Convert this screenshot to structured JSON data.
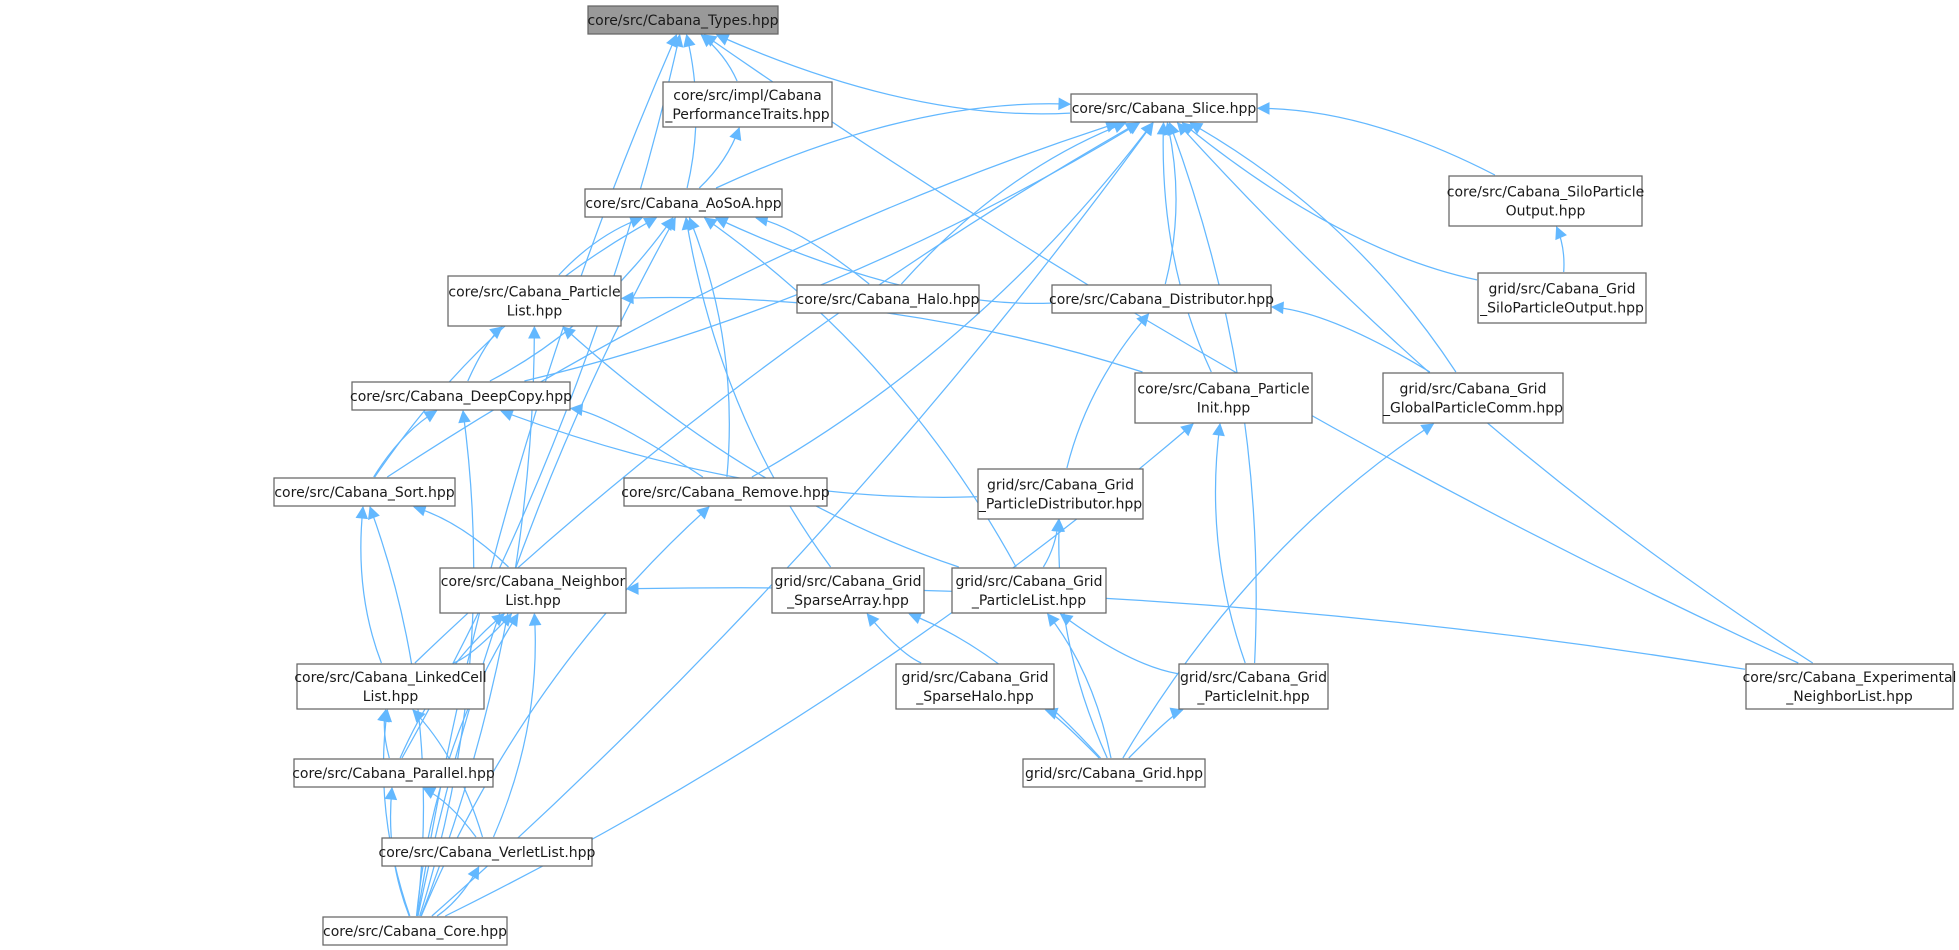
{
  "graph": {
    "colors": {
      "edge": "#63b8ff",
      "root_fill": "#999999",
      "node_border": "#666666",
      "node_fill": "#ffffff"
    },
    "nodes": [
      {
        "id": "types",
        "lines": [
          "core/src/Cabana_Types.hpp"
        ],
        "root": true
      },
      {
        "id": "perf",
        "lines": [
          "core/src/impl/Cabana",
          "_PerformanceTraits.hpp"
        ]
      },
      {
        "id": "slice",
        "lines": [
          "core/src/Cabana_Slice.hpp"
        ]
      },
      {
        "id": "aosoa",
        "lines": [
          "core/src/Cabana_AoSoA.hpp"
        ]
      },
      {
        "id": "silo",
        "lines": [
          "core/src/Cabana_SiloParticle",
          "Output.hpp"
        ]
      },
      {
        "id": "plist",
        "lines": [
          "core/src/Cabana_Particle",
          "List.hpp"
        ]
      },
      {
        "id": "halo",
        "lines": [
          "core/src/Cabana_Halo.hpp"
        ]
      },
      {
        "id": "distrib",
        "lines": [
          "core/src/Cabana_Distributor.hpp"
        ]
      },
      {
        "id": "gsilo",
        "lines": [
          "grid/src/Cabana_Grid",
          "_SiloParticleOutput.hpp"
        ]
      },
      {
        "id": "deepcopy",
        "lines": [
          "core/src/Cabana_DeepCopy.hpp"
        ]
      },
      {
        "id": "pinit",
        "lines": [
          "core/src/Cabana_Particle",
          "Init.hpp"
        ]
      },
      {
        "id": "gglobal",
        "lines": [
          "grid/src/Cabana_Grid",
          "_GlobalParticleComm.hpp"
        ]
      },
      {
        "id": "sort",
        "lines": [
          "core/src/Cabana_Sort.hpp"
        ]
      },
      {
        "id": "remove",
        "lines": [
          "core/src/Cabana_Remove.hpp"
        ]
      },
      {
        "id": "gpdist",
        "lines": [
          "grid/src/Cabana_Grid",
          "_ParticleDistributor.hpp"
        ]
      },
      {
        "id": "nlist",
        "lines": [
          "core/src/Cabana_Neighbor",
          "List.hpp"
        ]
      },
      {
        "id": "gsparr",
        "lines": [
          "grid/src/Cabana_Grid",
          "_SparseArray.hpp"
        ]
      },
      {
        "id": "gplist",
        "lines": [
          "grid/src/Cabana_Grid",
          "_ParticleList.hpp"
        ]
      },
      {
        "id": "linked",
        "lines": [
          "core/src/Cabana_LinkedCell",
          "List.hpp"
        ]
      },
      {
        "id": "gsphalo",
        "lines": [
          "grid/src/Cabana_Grid",
          "_SparseHalo.hpp"
        ]
      },
      {
        "id": "gpinit",
        "lines": [
          "grid/src/Cabana_Grid",
          "_ParticleInit.hpp"
        ]
      },
      {
        "id": "expnl",
        "lines": [
          "core/src/Cabana_Experimental",
          "_NeighborList.hpp"
        ]
      },
      {
        "id": "parallel",
        "lines": [
          "core/src/Cabana_Parallel.hpp"
        ]
      },
      {
        "id": "grid",
        "lines": [
          "grid/src/Cabana_Grid.hpp"
        ]
      },
      {
        "id": "verlet",
        "lines": [
          "core/src/Cabana_VerletList.hpp"
        ]
      },
      {
        "id": "core",
        "lines": [
          "core/src/Cabana_Core.hpp"
        ]
      }
    ],
    "edges": [
      [
        "types",
        "perf"
      ],
      [
        "types",
        "slice"
      ],
      [
        "types",
        "aosoa"
      ],
      [
        "types",
        "expnl"
      ],
      [
        "types",
        "parallel"
      ],
      [
        "types",
        "core"
      ],
      [
        "perf",
        "aosoa"
      ],
      [
        "slice",
        "aosoa"
      ],
      [
        "slice",
        "silo"
      ],
      [
        "slice",
        "halo"
      ],
      [
        "slice",
        "distrib"
      ],
      [
        "slice",
        "gsilo"
      ],
      [
        "slice",
        "deepcopy"
      ],
      [
        "slice",
        "pinit"
      ],
      [
        "slice",
        "gglobal"
      ],
      [
        "slice",
        "sort"
      ],
      [
        "slice",
        "remove"
      ],
      [
        "slice",
        "linked"
      ],
      [
        "slice",
        "gpinit"
      ],
      [
        "slice",
        "expnl"
      ],
      [
        "slice",
        "core"
      ],
      [
        "aosoa",
        "plist"
      ],
      [
        "aosoa",
        "halo"
      ],
      [
        "aosoa",
        "distrib"
      ],
      [
        "aosoa",
        "deepcopy"
      ],
      [
        "aosoa",
        "sort"
      ],
      [
        "aosoa",
        "remove"
      ],
      [
        "aosoa",
        "gsparr"
      ],
      [
        "aosoa",
        "gplist"
      ],
      [
        "aosoa",
        "core"
      ],
      [
        "silo",
        "gsilo"
      ],
      [
        "plist",
        "deepcopy"
      ],
      [
        "plist",
        "pinit"
      ],
      [
        "plist",
        "gplist"
      ],
      [
        "plist",
        "core"
      ],
      [
        "distrib",
        "gpdist"
      ],
      [
        "distrib",
        "gglobal"
      ],
      [
        "deepcopy",
        "sort"
      ],
      [
        "deepcopy",
        "remove"
      ],
      [
        "deepcopy",
        "gpdist"
      ],
      [
        "deepcopy",
        "core"
      ],
      [
        "pinit",
        "gpinit"
      ],
      [
        "pinit",
        "core"
      ],
      [
        "gglobal",
        "grid"
      ],
      [
        "sort",
        "nlist"
      ],
      [
        "sort",
        "linked"
      ],
      [
        "sort",
        "core"
      ],
      [
        "remove",
        "core"
      ],
      [
        "gpdist",
        "gplist"
      ],
      [
        "gpdist",
        "grid"
      ],
      [
        "nlist",
        "linked"
      ],
      [
        "nlist",
        "parallel"
      ],
      [
        "nlist",
        "verlet"
      ],
      [
        "nlist",
        "core"
      ],
      [
        "nlist",
        "expnl"
      ],
      [
        "gsparr",
        "gsphalo"
      ],
      [
        "gsparr",
        "grid"
      ],
      [
        "gplist",
        "gpinit"
      ],
      [
        "gplist",
        "grid"
      ],
      [
        "linked",
        "parallel"
      ],
      [
        "linked",
        "verlet"
      ],
      [
        "linked",
        "core"
      ],
      [
        "gsphalo",
        "grid"
      ],
      [
        "gpinit",
        "grid"
      ],
      [
        "parallel",
        "verlet"
      ],
      [
        "parallel",
        "core"
      ],
      [
        "verlet",
        "core"
      ]
    ]
  }
}
